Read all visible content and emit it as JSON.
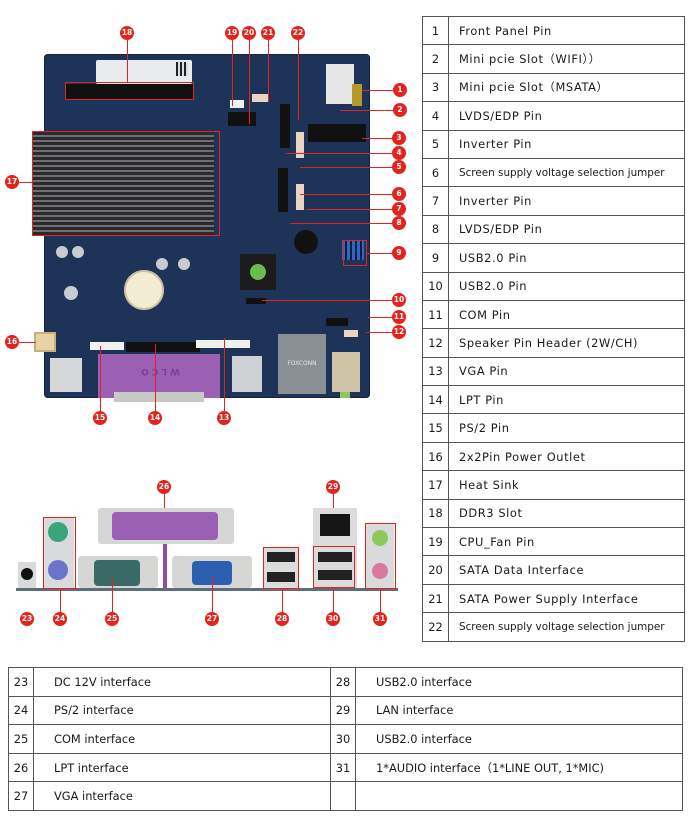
{
  "spec_table": {
    "rows": [
      {
        "num": "1",
        "label": "Front Panel Pin"
      },
      {
        "num": "2",
        "label": "Mini pcie Slot（WIFI））"
      },
      {
        "num": "3",
        "label": "Mini pcie Slot（MSATA）"
      },
      {
        "num": "4",
        "label": "LVDS/EDP Pin"
      },
      {
        "num": "5",
        "label": "Inverter Pin"
      },
      {
        "num": "6",
        "label": "Screen supply voltage selection jumper"
      },
      {
        "num": "7",
        "label": "Inverter Pin"
      },
      {
        "num": "8",
        "label": "LVDS/EDP Pin"
      },
      {
        "num": "9",
        "label": "USB2.0 Pin"
      },
      {
        "num": "10",
        "label": "USB2.0 Pin"
      },
      {
        "num": "11",
        "label": "COM Pin"
      },
      {
        "num": "12",
        "label": "Speaker Pin Header (2W/CH)"
      },
      {
        "num": "13",
        "label": "VGA Pin"
      },
      {
        "num": "14",
        "label": "LPT Pin"
      },
      {
        "num": "15",
        "label": "PS/2 Pin"
      },
      {
        "num": "16",
        "label": "2x2Pin Power Outlet"
      },
      {
        "num": "17",
        "label": "Heat Sink"
      },
      {
        "num": "18",
        "label": "DDR3 Slot"
      },
      {
        "num": "19",
        "label": "CPU_Fan Pin"
      },
      {
        "num": "20",
        "label": "SATA Data Interface"
      },
      {
        "num": "21",
        "label": "SATA Power Supply Interface"
      },
      {
        "num": "22",
        "label": "Screen supply voltage selection jumper"
      }
    ]
  },
  "io_table": {
    "rows": [
      {
        "left_num": "23",
        "left_label": "DC 12V interface",
        "right_num": "28",
        "right_label": "USB2.0 interface"
      },
      {
        "left_num": "24",
        "left_label": "PS/2 interface",
        "right_num": "29",
        "right_label": "LAN interface"
      },
      {
        "left_num": "25",
        "left_label": "COM interface",
        "right_num": "30",
        "right_label": "USB2.0 interface"
      },
      {
        "left_num": "26",
        "left_label": "LPT interface",
        "right_num": "31",
        "right_label": "1*AUDIO interface（1*LINE OUT, 1*MIC)"
      },
      {
        "left_num": "27",
        "left_label": "VGA interface",
        "right_num": "",
        "right_label": ""
      }
    ]
  },
  "callouts": {
    "board": [
      "1",
      "2",
      "3",
      "4",
      "5",
      "6",
      "7",
      "8",
      "9",
      "10",
      "11",
      "12",
      "13",
      "14",
      "15",
      "16",
      "17",
      "18",
      "19",
      "20",
      "21",
      "22"
    ],
    "back_panel": [
      "23",
      "24",
      "25",
      "26",
      "27",
      "28",
      "29",
      "30",
      "31"
    ]
  },
  "board_print": {
    "lan_brand": "FOXCONN",
    "lpt_brand": "WLCO"
  },
  "colors": {
    "callout_red": "#e5231c",
    "pcb_blue": "#1e3358",
    "table_border": "#555555",
    "lpt_purple": "#9b5fb4",
    "vga_blue": "#2d5fb0",
    "ps2_green": "#3aa57a",
    "ps2_purple": "#6c74c9",
    "audio_green": "#8cc85a",
    "audio_pink": "#d9789a"
  }
}
